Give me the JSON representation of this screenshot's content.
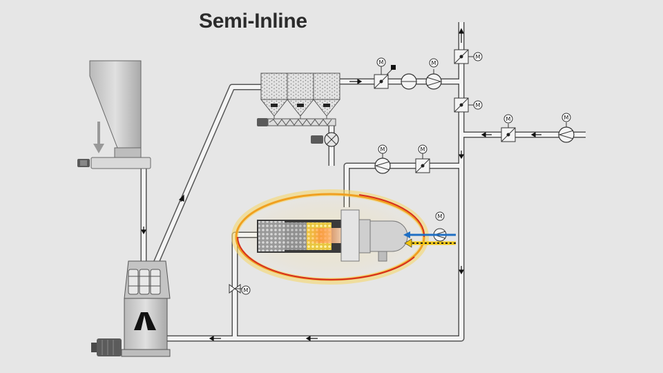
{
  "title": "Semi-Inline",
  "motor_label": "M",
  "colors": {
    "background": "#e6e6e6",
    "pipe": "#f4f4f4",
    "pipe_outline": "#555555",
    "vessel": "#c8c8c8",
    "burner_highlight": "#f0b429",
    "air_arrow": "#1f6fc4",
    "fuel_arrow": "#f1c40f",
    "ring_red": "#d62d20"
  },
  "icons": {
    "motor": "circle-M",
    "fan": "circle-with-triangle",
    "damper": "square-with-diagonal",
    "valve": "bowtie",
    "rotary_valve": "circle-with-cross"
  }
}
